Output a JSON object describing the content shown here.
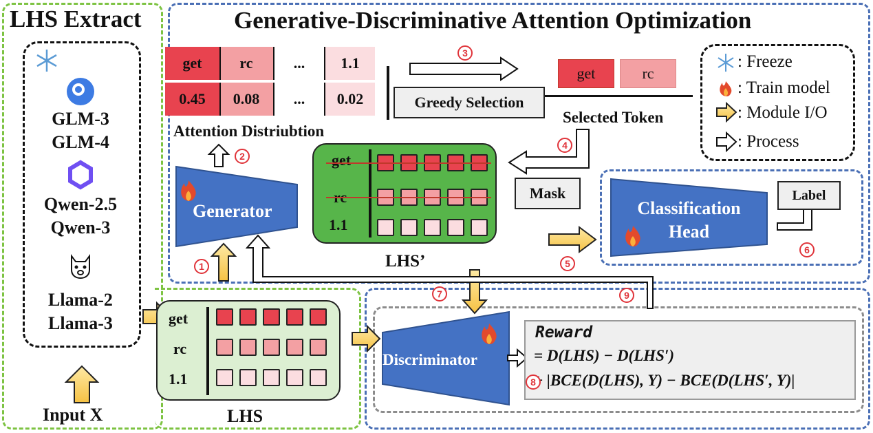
{
  "lhs_extract": {
    "title": "LHS Extract",
    "models": [
      "GLM-3",
      "GLM-4",
      "Qwen-2.5",
      "Qwen-3",
      "Llama-2",
      "Llama-3"
    ],
    "input_label": "Input X"
  },
  "gdao": {
    "title": "Generative-Discriminative Attention Optimization"
  },
  "attention_table": {
    "tokens": [
      "get",
      "rc",
      "...",
      "1.1"
    ],
    "weights": [
      "0.45",
      "0.08",
      "...",
      "0.02"
    ],
    "caption": "Attention Distriubtion"
  },
  "greedy_selection_label": "Greedy Selection",
  "selected_tokens": [
    "get",
    "rc"
  ],
  "selected_token_label": "Selected Token",
  "mask_label": "Mask",
  "generator_label": "Generator",
  "lhs_prime": {
    "rows": [
      "get",
      "rc",
      "1.1"
    ],
    "caption": "LHS’"
  },
  "lhs": {
    "rows": [
      "get",
      "rc",
      "1.1"
    ],
    "caption": "LHS"
  },
  "classification_head_label": [
    "Classification",
    "Head"
  ],
  "label_box": "Label",
  "discriminator_label": "Discriminator",
  "reward": {
    "title": "Reward",
    "line1": "= D(LHS) − D(LHS′)",
    "line2": "+ |BCE(D(LHS), Y) − BCE(D(LHS′, Y)|"
  },
  "legend": {
    "freeze": ": Freeze",
    "train": ": Train model",
    "module_io": ": Module I/O",
    "process": ": Process"
  },
  "step_numbers": [
    "1",
    "2",
    "3",
    "4",
    "5",
    "6",
    "7",
    "8",
    "9"
  ],
  "colors": {
    "green_border": "#7dc342",
    "blue_border": "#4a6fb5",
    "gray_border": "#8c8c8c",
    "module_blue": "#4472c4",
    "lhs_prime_fill": "#57b54a",
    "lhs_fill": "#dcefd2",
    "high_attention": "#e8434f",
    "mid_attention": "#f3a0a3",
    "low_attention": "#fbdde0",
    "io_arrow": "#f8cb55",
    "step_circle": "#e0343a"
  }
}
